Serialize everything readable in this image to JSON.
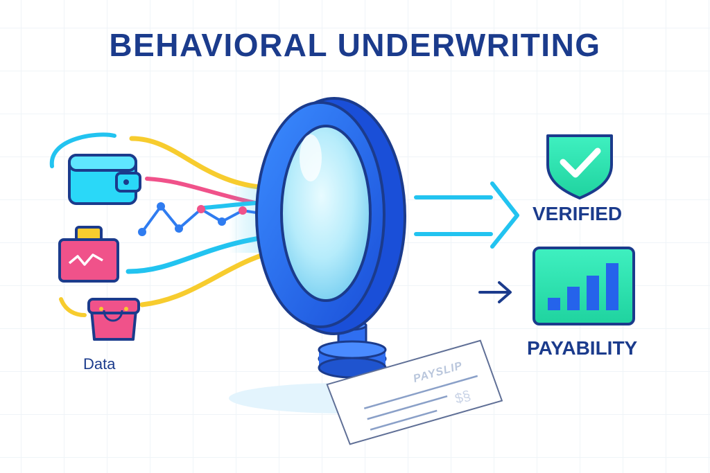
{
  "title": "BEHAVIORAL UNDERWRITING",
  "inputs": {
    "label": "Data",
    "icons": [
      "wallet-icon",
      "briefcase-icon",
      "shopping-bag-icon"
    ]
  },
  "lens": {
    "icon": "magnifying-glass-icon"
  },
  "document": {
    "title": "PAYSLIP",
    "amount": "$§"
  },
  "outputs": {
    "verified": {
      "label": "VERIFIED",
      "icon": "shield-check-icon"
    },
    "payability": {
      "label": "PAYABILITY",
      "icon": "bar-chart-icon"
    }
  },
  "colors": {
    "title": "#1b3b8c",
    "cyan": "#22c3f0",
    "yellow": "#f7cc2e",
    "pink": "#f0528a",
    "blue": "#2563eb",
    "green": "#2ee6b0"
  }
}
